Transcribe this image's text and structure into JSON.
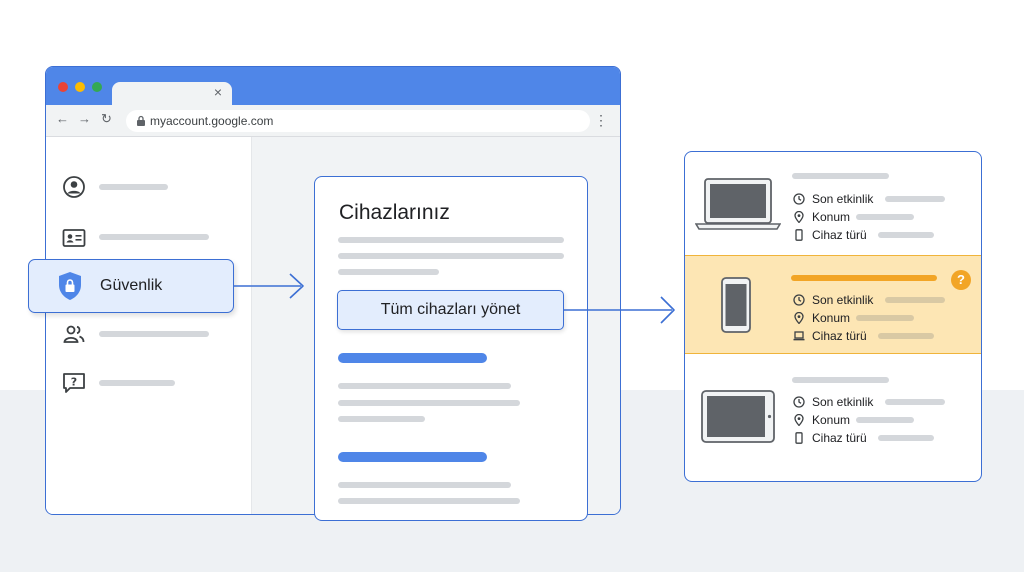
{
  "browser": {
    "url": "myaccount.google.com",
    "tab_close": "×",
    "nav_back": "←",
    "nav_forward": "→",
    "nav_reload": "↻",
    "menu": "⋮",
    "dot_colors": [
      "#ea4335",
      "#fbbc05",
      "#34a853"
    ]
  },
  "sidebar": {
    "items": [
      {
        "icon": "account-circle-icon"
      },
      {
        "icon": "id-card-icon"
      },
      {
        "icon": "shield-lock-icon",
        "label": "Güvenlik",
        "highlighted": true
      },
      {
        "icon": "people-icon"
      },
      {
        "icon": "help-icon"
      }
    ]
  },
  "devices_card": {
    "title": "Cihazlarınız",
    "manage_button": "Tüm cihazları yönet"
  },
  "device_list": {
    "devices": [
      {
        "type": "laptop-icon",
        "details": [
          {
            "icon": "clock-icon",
            "label": "Son etkinlik"
          },
          {
            "icon": "location-icon",
            "label": "Konum"
          },
          {
            "icon": "phone-icon",
            "label": "Cihaz türü"
          }
        ]
      },
      {
        "type": "phone-icon",
        "flagged": true,
        "badge": "?",
        "details": [
          {
            "icon": "clock-icon",
            "label": "Son etkinlik"
          },
          {
            "icon": "location-icon",
            "label": "Konum"
          },
          {
            "icon": "laptop-icon",
            "label": "Cihaz türü"
          }
        ]
      },
      {
        "type": "tablet-icon",
        "details": [
          {
            "icon": "clock-icon",
            "label": "Son etkinlik"
          },
          {
            "icon": "location-icon",
            "label": "Konum"
          },
          {
            "icon": "phone-icon",
            "label": "Cihaz türü"
          }
        ]
      }
    ]
  },
  "colors": {
    "accent": "#3c6fd4",
    "titlebar": "#4f86e8",
    "highlight_bg": "#e3edfd",
    "flag_bg": "#fde6b4",
    "flag_accent": "#f2a526"
  }
}
